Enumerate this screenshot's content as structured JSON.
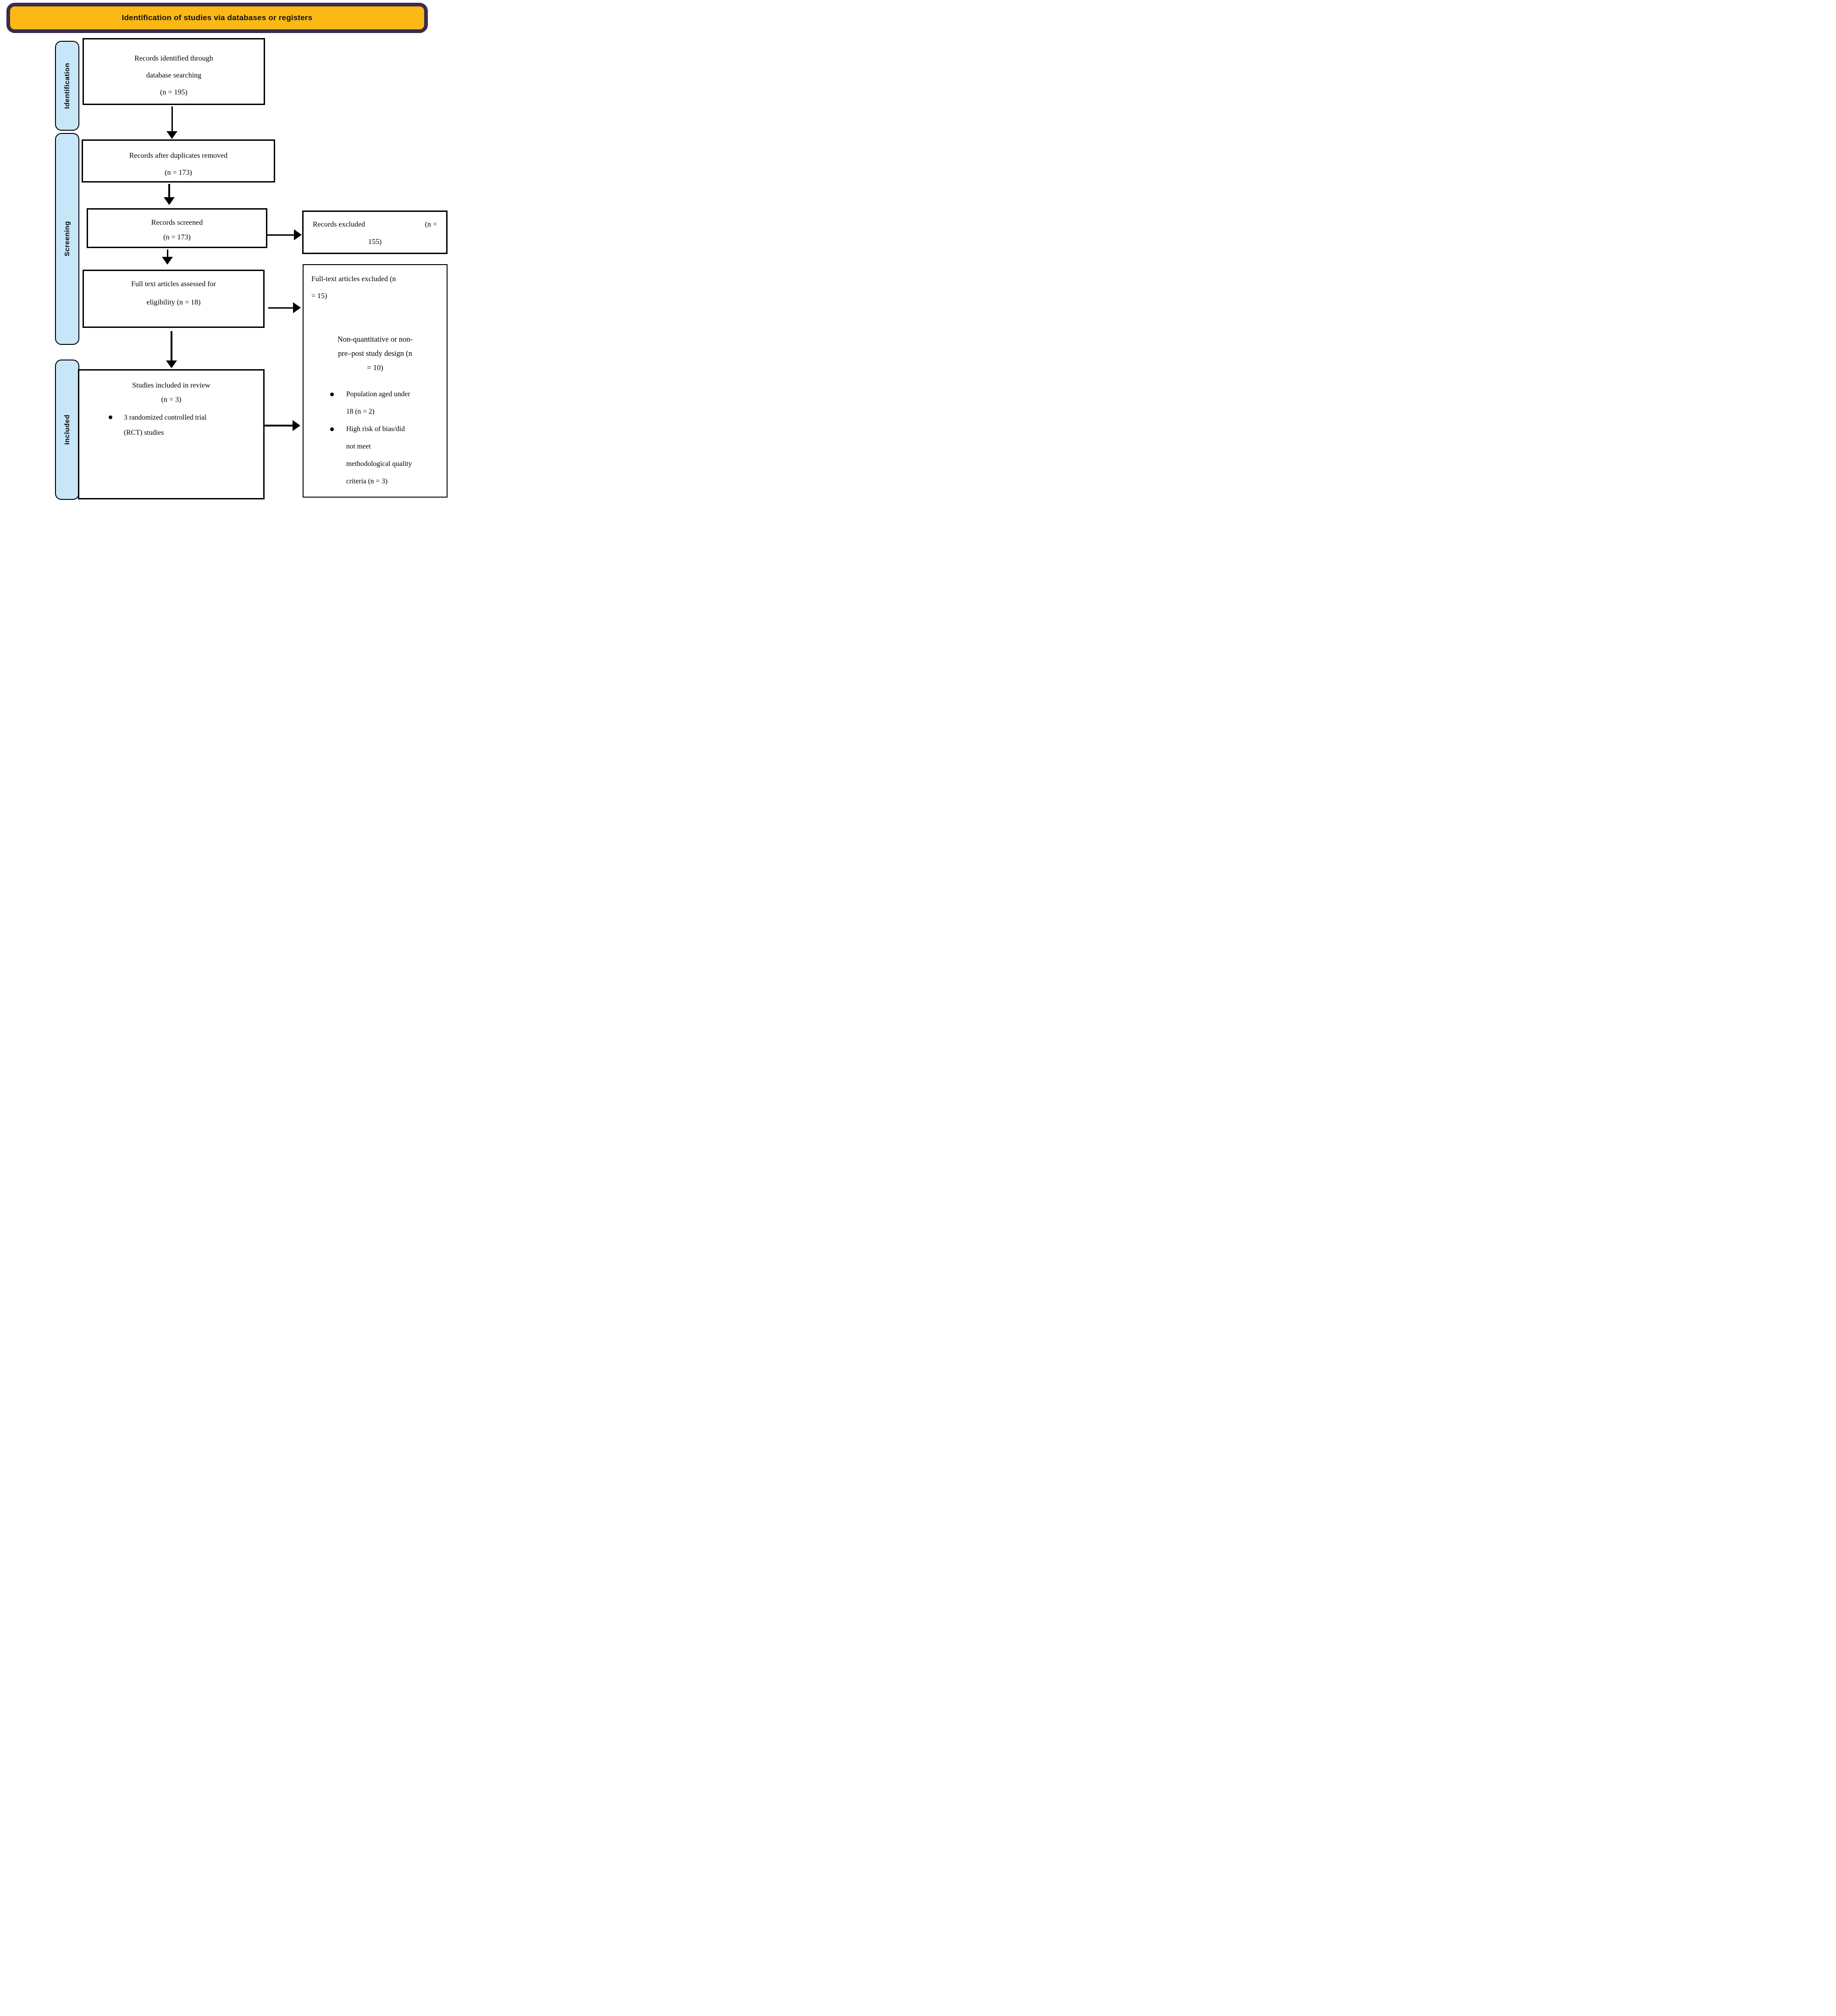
{
  "header": {
    "title": "Identification of studies via databases or registers"
  },
  "stages": [
    {
      "label": "Identification"
    },
    {
      "label": "Screening"
    },
    {
      "label": "Included"
    }
  ],
  "boxes": {
    "identified": {
      "lines": [
        "Records identified through",
        "database searching",
        "(n = 195)"
      ]
    },
    "deduplicated": {
      "lines": [
        "Records after duplicates removed",
        "(n = 173)"
      ]
    },
    "screened": {
      "lines": [
        "Records screened",
        "(n = 173)"
      ]
    },
    "records_excluded": {
      "line1_left": "Records excluded",
      "line1_right": "(n =",
      "line2": "155)"
    },
    "fulltext_assessed": {
      "lines": [
        "Full text articles assessed for",
        "eligibility (n = 18)"
      ]
    },
    "included_studies": {
      "lines": [
        "Studies included in review",
        "(n = 3)"
      ],
      "bullet": {
        "lines": [
          "3 randomized controlled trial",
          "(RCT) studies"
        ]
      }
    },
    "fulltext_excluded": {
      "title_lines": [
        "Full-text articles excluded (n",
        "= 15)"
      ],
      "subtitle_lines": [
        "Non-quantitative or non-",
        "pre–post study design (n",
        "= 10)"
      ],
      "bullets": [
        {
          "lines": [
            "Population aged under",
            "18 (n = 2)"
          ]
        },
        {
          "lines": [
            "High risk of bias/did",
            "not meet",
            "methodological quality",
            "criteria (n = 3)"
          ]
        }
      ]
    }
  },
  "colors": {
    "header_bg": "#FCB814",
    "header_border": "#3A2C4E",
    "stage_bg": "#C7E6F8",
    "line": "#000000"
  }
}
